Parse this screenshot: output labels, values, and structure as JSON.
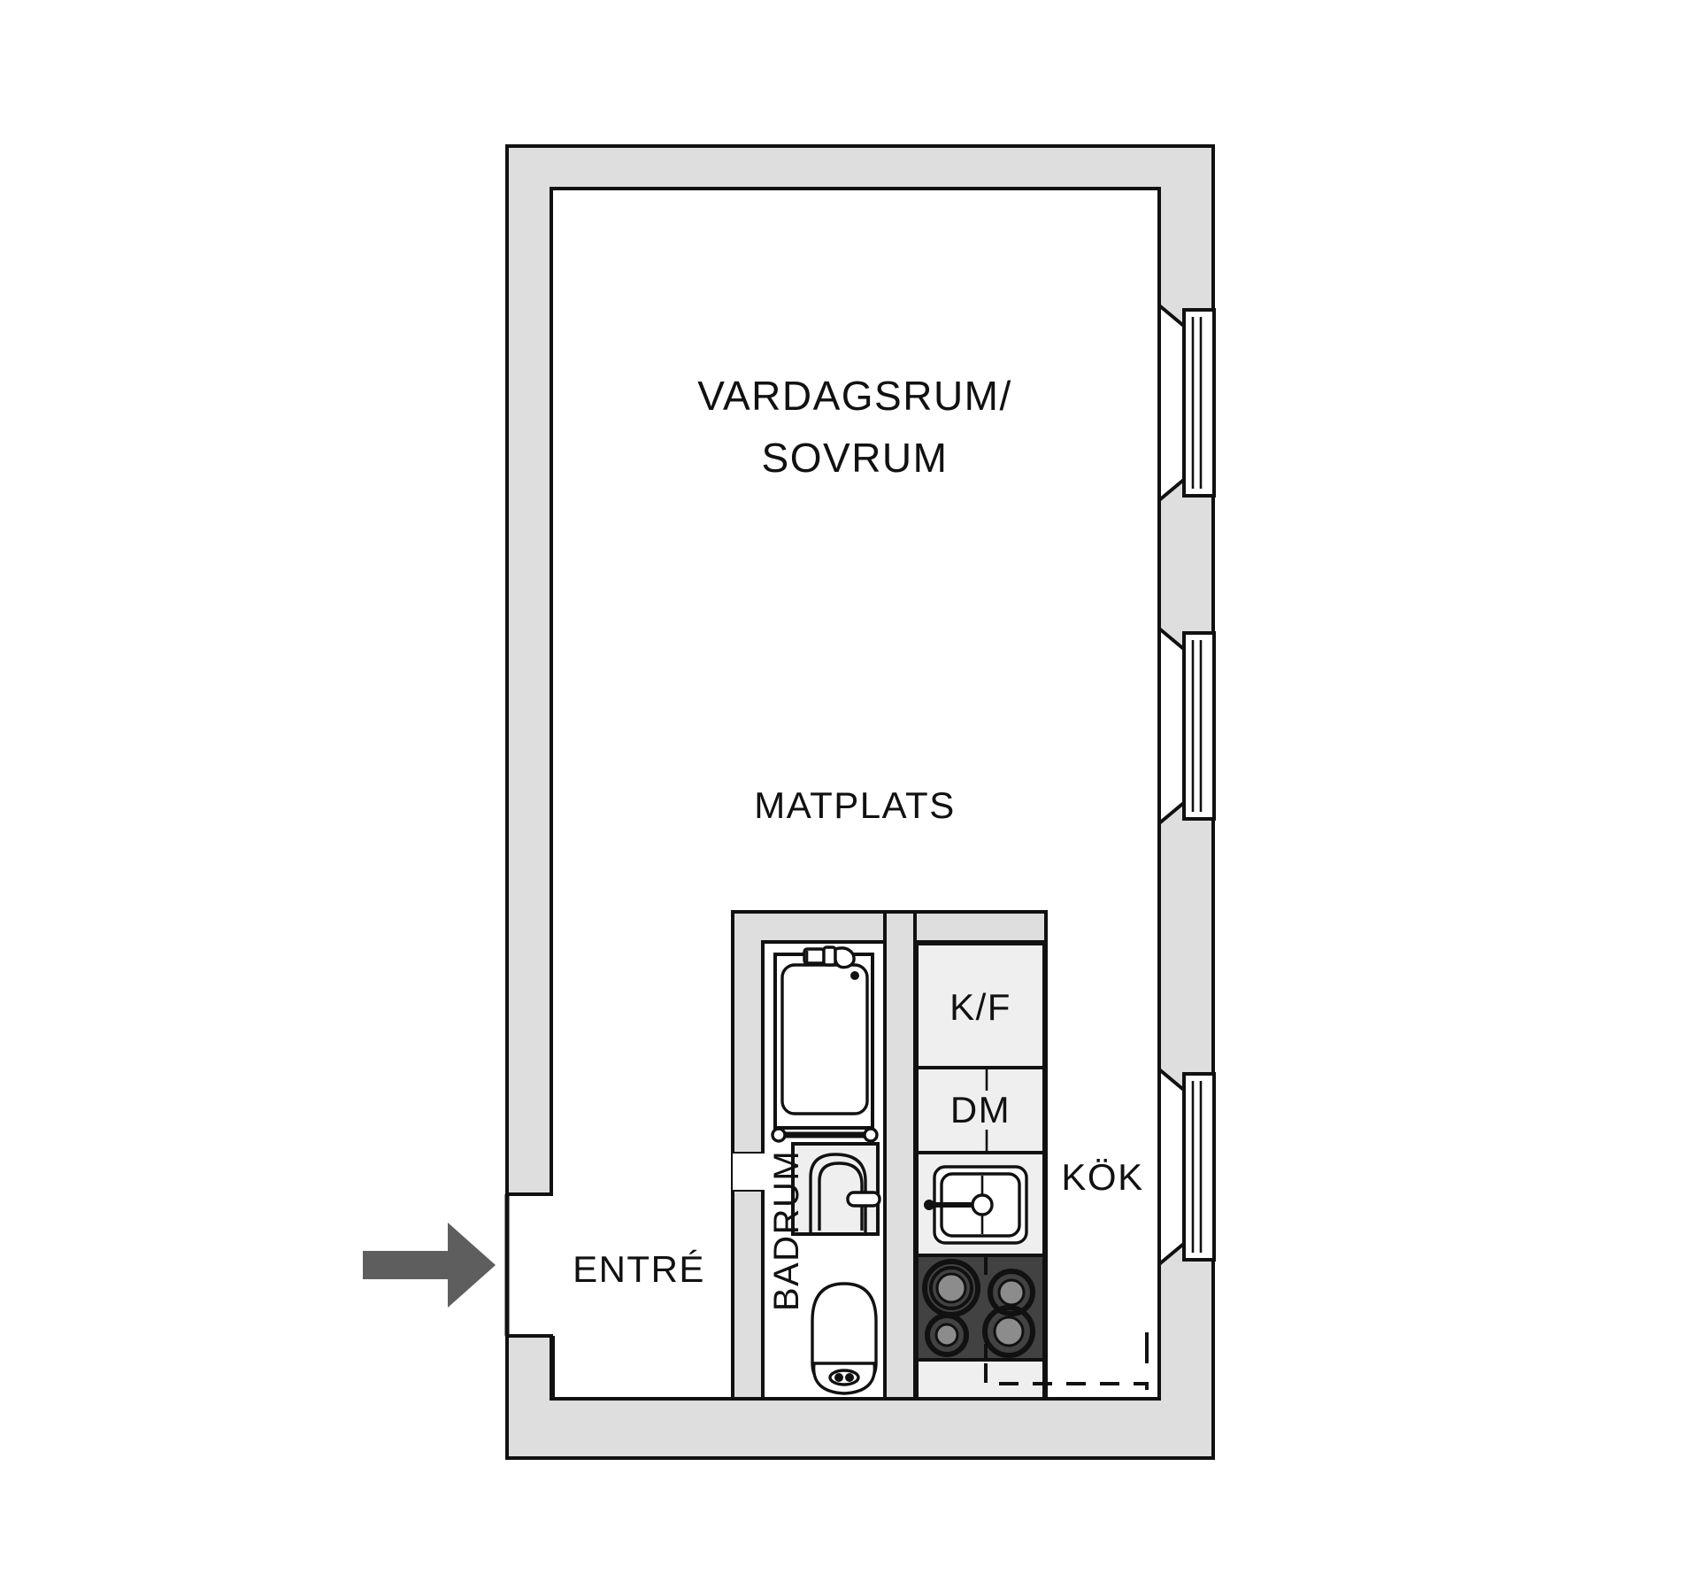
{
  "plan": {
    "title": "Lagenhetsplan",
    "background_color": "#ffffff",
    "wall_fill_color": "#dedede",
    "wall_stroke_color": "#111111",
    "cabinet_fill_color": "#efefef",
    "stove_fill_color": "#424242",
    "burner_color": "#8c8c8c",
    "entry_arrow_color": "#5e5e5e",
    "label_color": "#111111"
  },
  "rooms": [
    {
      "id": "living",
      "label_line1": "VARDAGSRUM/",
      "label_line2": "SOVRUM",
      "name": "vardagsrum-sovrum"
    },
    {
      "id": "dining",
      "label": "MATPLATS",
      "name": "matplats"
    },
    {
      "id": "entry",
      "label": "ENTRÉ",
      "name": "entre"
    },
    {
      "id": "bathroom",
      "label": "BADRUM",
      "name": "badrum",
      "rotated": "true"
    },
    {
      "id": "kitchen",
      "label": "KÖK",
      "name": "kok"
    }
  ],
  "appliances": [
    {
      "id": "fridge_freezer",
      "label": "K/F",
      "name": "kyl-frys"
    },
    {
      "id": "dishwasher",
      "label": "DM",
      "name": "diskmaskin"
    }
  ],
  "fixtures": [
    {
      "name": "shower-tray",
      "room": "badrum"
    },
    {
      "name": "washbasin",
      "room": "badrum"
    },
    {
      "name": "toilet",
      "room": "badrum"
    },
    {
      "name": "kitchen-sink",
      "room": "kok"
    },
    {
      "name": "cooktop",
      "room": "kok",
      "burners": 4
    }
  ],
  "openings": {
    "entrance_door": {
      "name": "entrance-door",
      "side": "left"
    },
    "windows": [
      {
        "name": "window-1",
        "side": "right"
      },
      {
        "name": "window-2",
        "side": "right"
      },
      {
        "name": "window-3",
        "side": "right"
      }
    ]
  },
  "annotations": {
    "entry_arrow": {
      "name": "entrance-direction-arrow",
      "direction": "right"
    },
    "upper_cabinet_dashed": {
      "name": "upper-cabinet-outline"
    }
  }
}
